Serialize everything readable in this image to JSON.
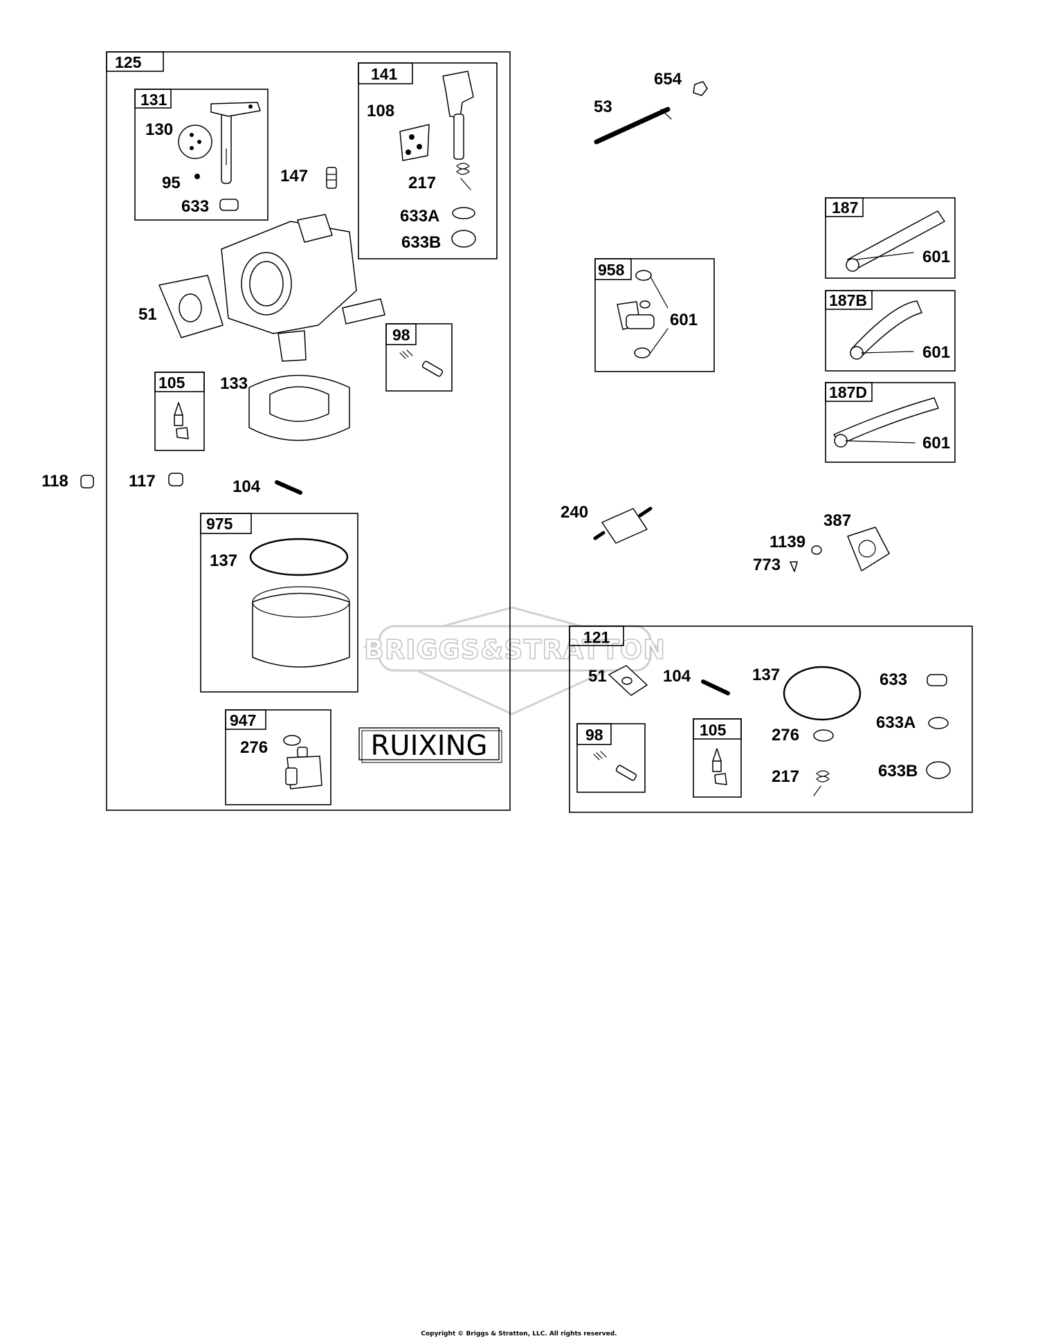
{
  "watermark": {
    "text": "BRIGGS&STRATTON"
  },
  "stamp": {
    "text": "RUIXING"
  },
  "footer": {
    "copyright": "Copyright © Briggs & Stratton, LLC. All rights reserved."
  },
  "kits": {
    "k125": "125",
    "k131": "131",
    "k141": "141",
    "k98": "98",
    "k105": "105",
    "k975": "975",
    "k947": "947",
    "k958": "958",
    "k187": "187",
    "k187b": "187B",
    "k187d": "187D",
    "k121": "121",
    "k98b": "98",
    "k105b": "105"
  },
  "labels": {
    "l130": "130",
    "l95": "95",
    "l633": "633",
    "l147": "147",
    "l108": "108",
    "l217": "217",
    "l633a": "633A",
    "l633b": "633B",
    "l51": "51",
    "l133": "133",
    "l118": "118",
    "l117": "117",
    "l104": "104",
    "l137": "137",
    "l276": "276",
    "l654": "654",
    "l53": "53",
    "l601a": "601",
    "l601b": "601",
    "l601c": "601",
    "l601d": "601",
    "l240": "240",
    "l387": "387",
    "l1139": "1139",
    "l773": "773",
    "r51": "51",
    "r104": "104",
    "r137": "137",
    "r633": "633",
    "r633a": "633A",
    "r276": "276",
    "r217": "217",
    "r633b": "633B"
  }
}
